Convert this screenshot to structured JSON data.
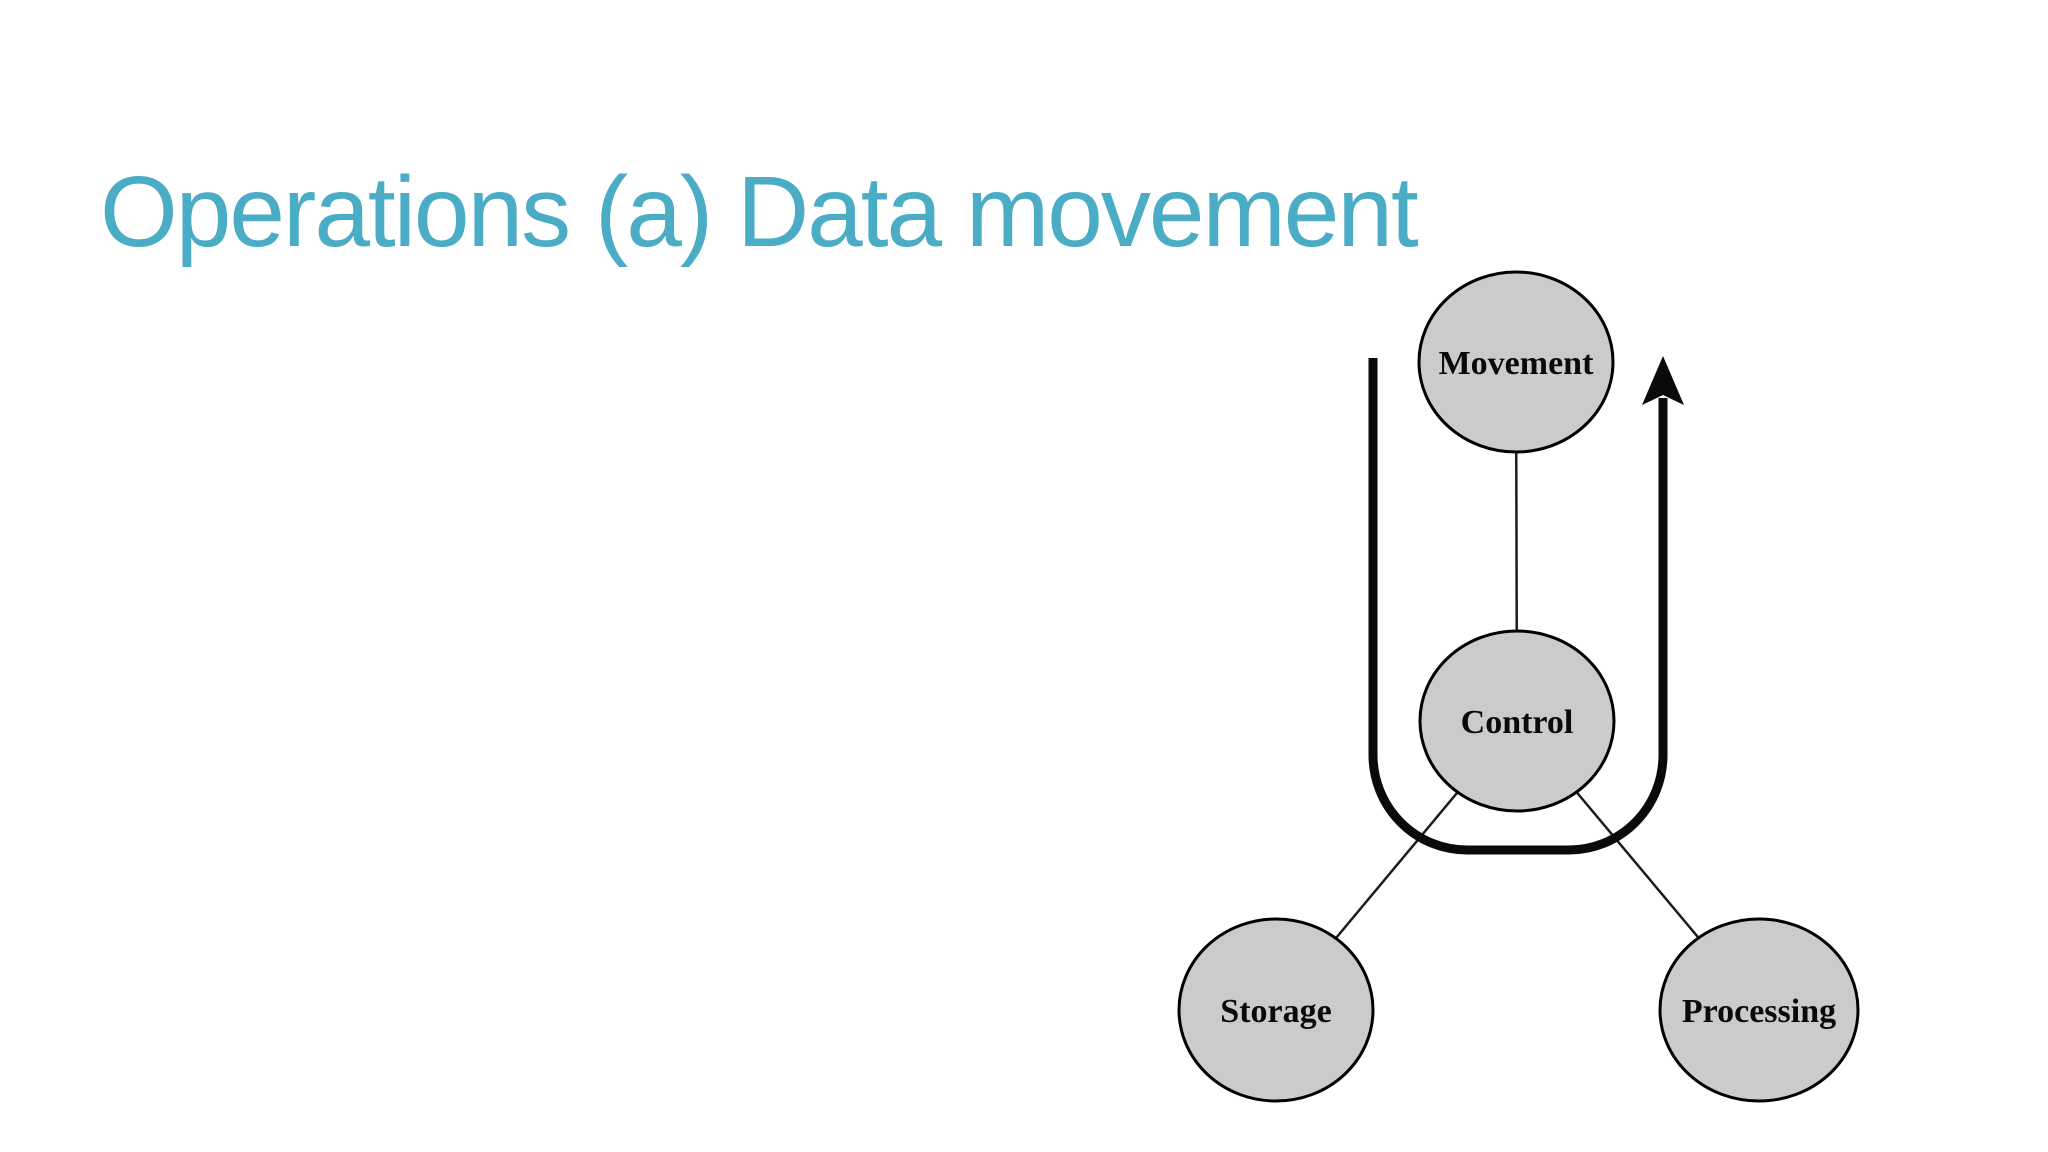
{
  "slide": {
    "title": "Operations (a) Data movement",
    "title_color": "#4BACC6",
    "background_color": "#FFFFFF"
  },
  "diagram": {
    "type": "node-graph",
    "description": "Computer functional view: data movement operation. A thick U-shaped arrow passes from beside the Movement node down around the Control node and back up, pointing upward.",
    "node_fill_color": "#CBCBCB",
    "node_stroke_color": "#000000",
    "arrow_color": "#0A0A0A",
    "nodes": [
      {
        "id": "movement",
        "label": "Movement"
      },
      {
        "id": "control",
        "label": "Control"
      },
      {
        "id": "storage",
        "label": "Storage"
      },
      {
        "id": "processing",
        "label": "Processing"
      }
    ],
    "edges": [
      {
        "from": "movement",
        "to": "control"
      },
      {
        "from": "control",
        "to": "storage"
      },
      {
        "from": "control",
        "to": "processing"
      }
    ],
    "cycle_arrow": {
      "shape": "U",
      "direction": "up",
      "path_summary": "down the left side of Movement/Control, around below Control, up the right side, arrowhead pointing up beside Movement"
    }
  }
}
